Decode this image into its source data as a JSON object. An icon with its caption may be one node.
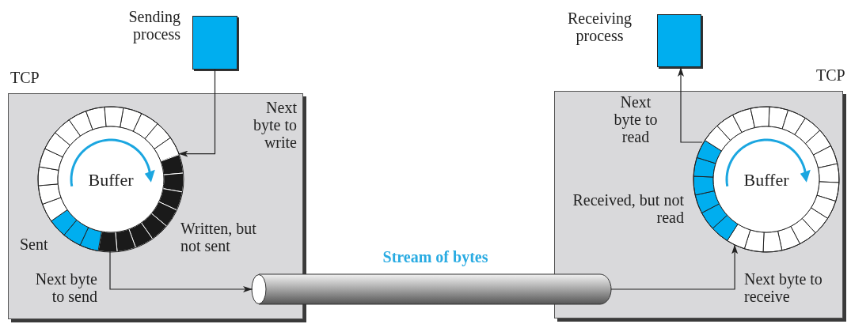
{
  "diagram": {
    "nodes": [
      {
        "text": [],
        "shape": "box",
        "beside": [
          "Sending process"
        ]
      },
      {
        "text": [
          "TCP"
        ]
      },
      {
        "text": [
          "Buffer"
        ],
        "in": 1
      },
      {
        "text": [],
        "shape": "cylinder",
        "beside": [
          "Stream of bytes"
        ]
      },
      {
        "text": [
          "TCP"
        ]
      },
      {
        "text": [
          "Buffer"
        ],
        "in": 4
      },
      {
        "text": [],
        "shape": "box",
        "beside": [
          "Receiving process"
        ]
      }
    ],
    "edges": [
      {
        "from": 0,
        "to": 2,
        "arrow": "to"
      },
      {
        "from": 2,
        "to": 3,
        "arrow": "to"
      },
      {
        "from": 3,
        "to": 5,
        "arrow": "to"
      },
      {
        "from": 5,
        "to": 6,
        "arrow": "to"
      }
    ],
    "labels": [
      "Next byte to write",
      "Written, but not sent",
      "Sent",
      "Next byte to send",
      "Next byte to read",
      "Received, but not read",
      "Next byte to receive"
    ]
  }
}
